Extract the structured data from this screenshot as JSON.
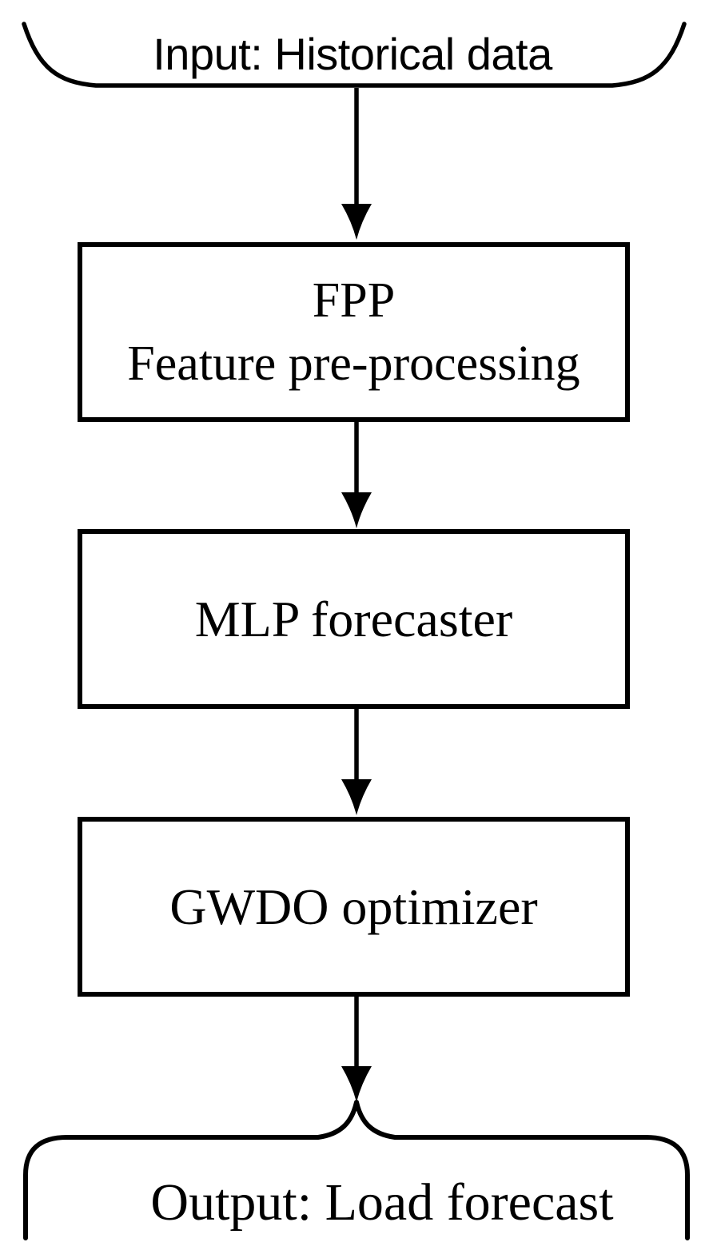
{
  "diagram": {
    "type": "flowchart",
    "colors": {
      "ink": "#000000",
      "background": "#ffffff"
    },
    "nodes": [
      {
        "id": "input",
        "shape": "curved-terminator",
        "label": "Input: Historical data"
      },
      {
        "id": "fpp",
        "shape": "process-box",
        "label_line1": "FPP",
        "label_line2": "Feature pre-processing"
      },
      {
        "id": "mlp",
        "shape": "process-box",
        "label": "MLP forecaster"
      },
      {
        "id": "gwdo",
        "shape": "process-box",
        "label": "GWDO optimizer"
      },
      {
        "id": "output",
        "shape": "curved-terminator",
        "label": "Output: Load forecast"
      }
    ],
    "edges": [
      {
        "from": "input",
        "to": "fpp",
        "style": "solid-arrow-down"
      },
      {
        "from": "fpp",
        "to": "mlp",
        "style": "solid-arrow-down"
      },
      {
        "from": "mlp",
        "to": "gwdo",
        "style": "solid-arrow-down"
      },
      {
        "from": "gwdo",
        "to": "output",
        "style": "solid-arrow-down"
      }
    ]
  }
}
